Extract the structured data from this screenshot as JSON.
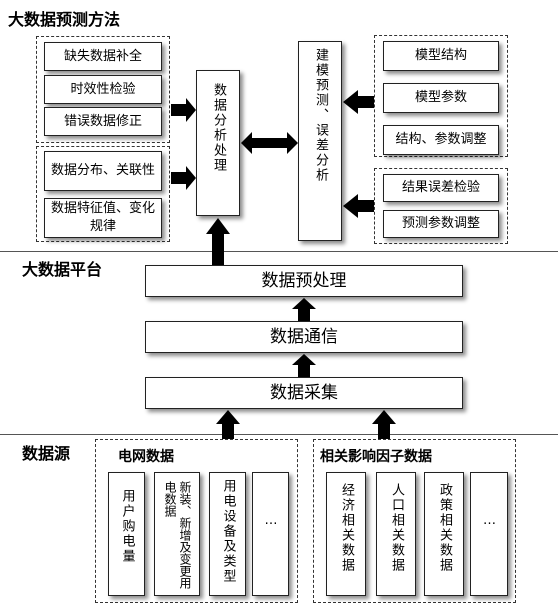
{
  "sections": {
    "methods": "大数据预测方法",
    "platform": "大数据平台",
    "sources": "数据源"
  },
  "methods": {
    "group1": [
      "缺失数据补全",
      "时效性检验",
      "错误数据修正"
    ],
    "group2": [
      "数据分布、关联性",
      "数据特征值、变化规律"
    ],
    "analysis": "数据分析处理",
    "modeling": "建模预测、误差分析",
    "group3": [
      "模型结构",
      "模型参数",
      "结构、参数调整"
    ],
    "group4": [
      "结果误差检验",
      "预测参数调整"
    ]
  },
  "platform": {
    "preprocess": "数据预处理",
    "communication": "数据通信",
    "collection": "数据采集"
  },
  "sources": {
    "grid_label": "电网数据",
    "grid_items": [
      "用户购电量",
      "新装、新增及变更用电数据",
      "用电设备及类型",
      "…"
    ],
    "factor_label": "相关影响因子数据",
    "factor_items": [
      "经济相关数据",
      "人口相关数据",
      "政策相关数据",
      "…"
    ]
  }
}
